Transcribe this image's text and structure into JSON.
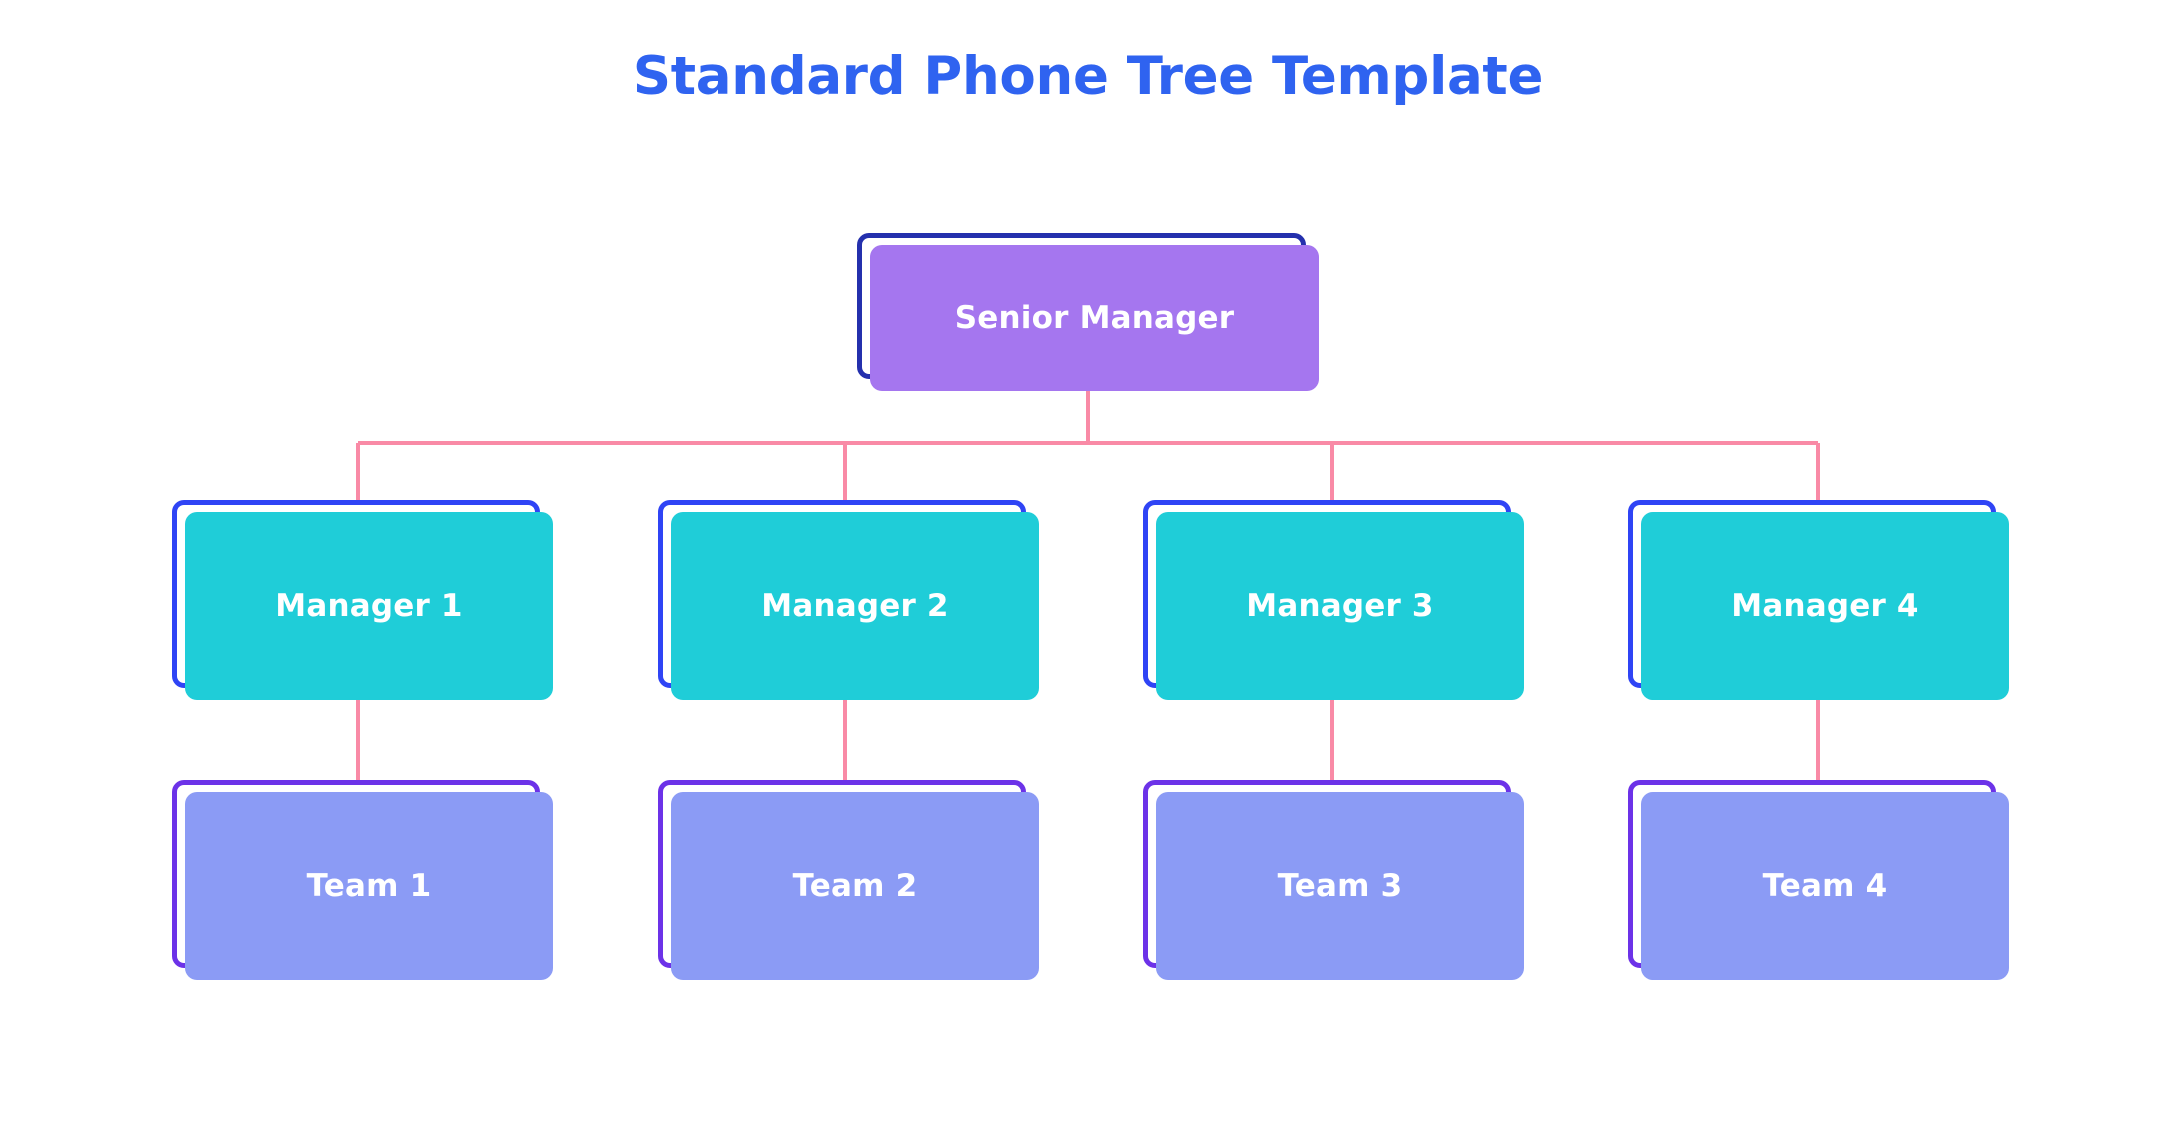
{
  "title": "Standard Phone Tree Template",
  "colors": {
    "title": "#2f63f0",
    "background": "#ffffff",
    "connector": "#f98aa6",
    "root_outline": "#2430ad",
    "root_fill": "#a576ef",
    "manager_outline": "#2f44f5",
    "manager_fill": "#1fcdd8",
    "team_outline": "#6c32e8",
    "team_fill": "#8b9bf5",
    "node_label": "#ffffff"
  },
  "diagram": {
    "type": "org-chart",
    "orientation": "top-down",
    "levels": 3,
    "root": {
      "label": "Senior Manager"
    },
    "managers": [
      {
        "label": "Manager 1"
      },
      {
        "label": "Manager 2"
      },
      {
        "label": "Manager 3"
      },
      {
        "label": "Manager 4"
      }
    ],
    "teams": [
      {
        "label": "Team 1"
      },
      {
        "label": "Team 2"
      },
      {
        "label": "Team 3"
      },
      {
        "label": "Team 4"
      }
    ]
  }
}
